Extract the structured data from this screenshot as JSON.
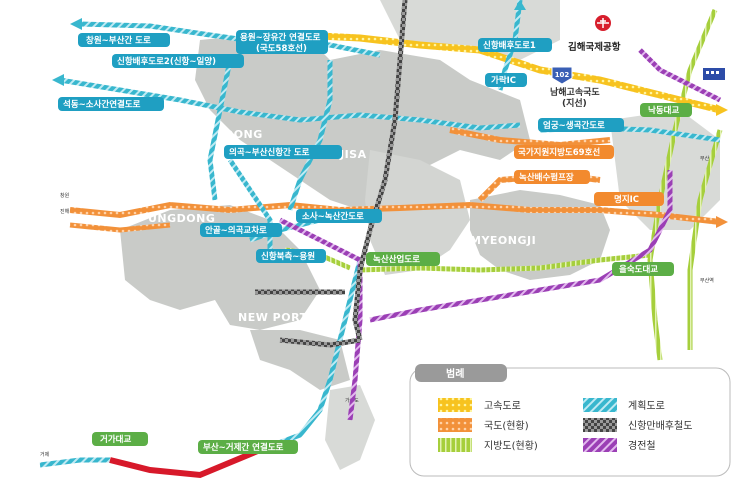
{
  "colors": {
    "expressway": "#f7c31f",
    "national_road": "#f2913a",
    "local_road": "#a6cf3c",
    "planned_road": "#38b7ce",
    "railway": "#444444",
    "light_rail": "#9b3fb5",
    "bridge": "#d7192a",
    "land": "#c9cbc8",
    "water": "#ffffff",
    "label_blue": "#1f9fc2",
    "label_green": "#5cae46",
    "label_orange": "#f28a2e",
    "airport_red": "#d71e2c"
  },
  "place_names": {
    "dudong": "DUDONG",
    "jisa": "JISA",
    "ungdong": "UNGDONG",
    "myeongji": "MYEONGJI",
    "new_port": "NEW PORT"
  },
  "road_labels": {
    "changwon_busan": "창원~부산간 도로",
    "yongwon_jangyu_1": "용원~장유간 연결도로",
    "yongwon_jangyu_2": "(국도58호선)",
    "sinhang_baehu_2": "신항배후도로2(신항~일양)",
    "seokdong_sosa": "석동~소사간연결도로",
    "sinhang_baehu_1": "신항배후도로1",
    "garak_ic": "가락IC",
    "namhae_exp_1": "남해고속국도",
    "namhae_exp_2": "(지선)",
    "namhae_route_no": "102",
    "nakdong_bridge": "낙동대교",
    "eomgung_saenggok": "엄궁~생곡간도로",
    "national_local_69": "국가지원지방도69호선",
    "noksan_pump": "녹산배수펌프장",
    "myeongji_ic": "명지IC",
    "uigok_busan": "의곡~부산신항간 도로",
    "sosa_noksan": "소사~녹산간도로",
    "angol_uigok": "안골~의곡교차로",
    "sinhang_north": "신항북측~용원",
    "noksan_industrial": "녹산산업도로",
    "eulsuk_bridge": "을숙도대교",
    "geoga_bridge": "거가대교",
    "busan_geoje": "부산~거제간 연결도로",
    "airport": "김해국제공항"
  },
  "small_texts": {
    "left_top": "창원",
    "left_mid": "진해",
    "right_mid": "부산",
    "right_low": "부산역",
    "bottom_left": "거제",
    "bottom_mid": "가덕도"
  },
  "legend": {
    "title": "범례",
    "items": [
      {
        "label": "고속도로",
        "color_key": "expressway",
        "pattern": "dots"
      },
      {
        "label": "계획도로",
        "color_key": "planned_road",
        "pattern": "hatch"
      },
      {
        "label": "국도(현황)",
        "color_key": "national_road",
        "pattern": "dots"
      },
      {
        "label": "신항만배후철도",
        "color_key": "railway",
        "pattern": "checker"
      },
      {
        "label": "지방도(현황)",
        "color_key": "local_road",
        "pattern": "stripes"
      },
      {
        "label": "경전철",
        "color_key": "light_rail",
        "pattern": "hatch"
      }
    ]
  }
}
